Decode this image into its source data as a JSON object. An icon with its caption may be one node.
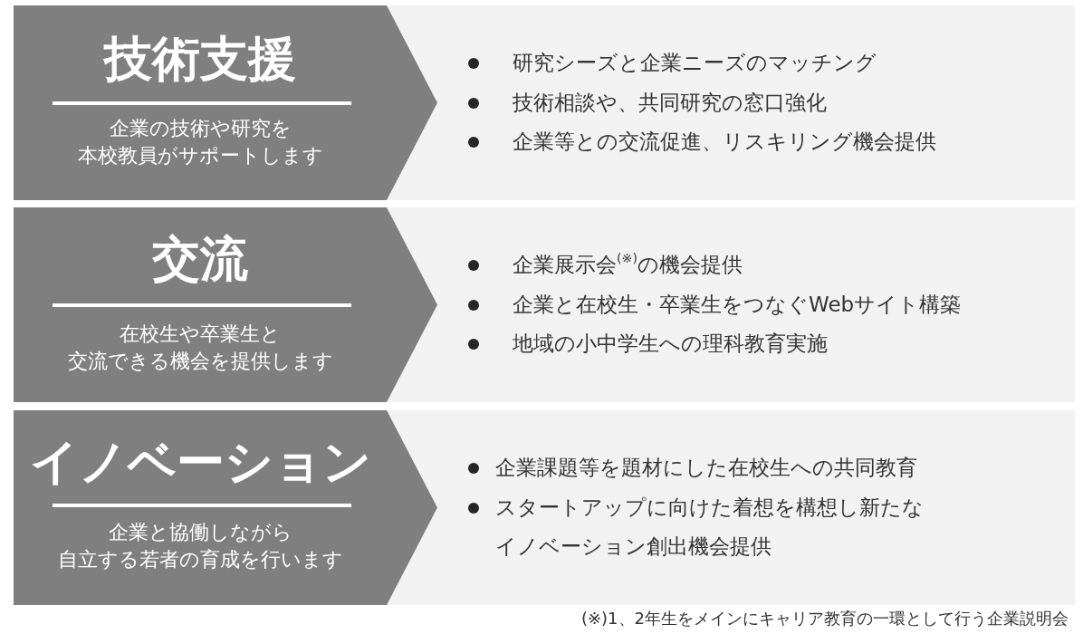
{
  "diagram": {
    "nodes": [
      {
        "text": [
          "技術支援",
          "企業の技術や研究を本校教員がサポートします"
        ]
      },
      {
        "text": [
          "研究シーズと企業ニーズのマッチング",
          "技術相談や、共同研究の窓口強化",
          "企業等との交流促進、リスキリング機会提供"
        ]
      },
      {
        "text": [
          "交流",
          "在校生や卒業生と交流できる機会を提供します"
        ]
      },
      {
        "text": [
          "企業展示会$^{(※)}$の機会提供",
          "企業と在校生・卒業生をつなぐWebサイト構築",
          "地域の小中学生への理科教育実施"
        ]
      },
      {
        "text": [
          "イノベーション",
          "企業と協働しながら自立する若者の育成を行います"
        ]
      },
      {
        "text": [
          "企業課題等を題材にした在校生への共同教育",
          "スタートアップに向けた着想を構想し新たなイノベーション創出機会提供"
        ]
      }
    ],
    "labels": [
      "(※)1、2年生をメインにキャリア教育の一環として行う企業説明会"
    ]
  }
}
